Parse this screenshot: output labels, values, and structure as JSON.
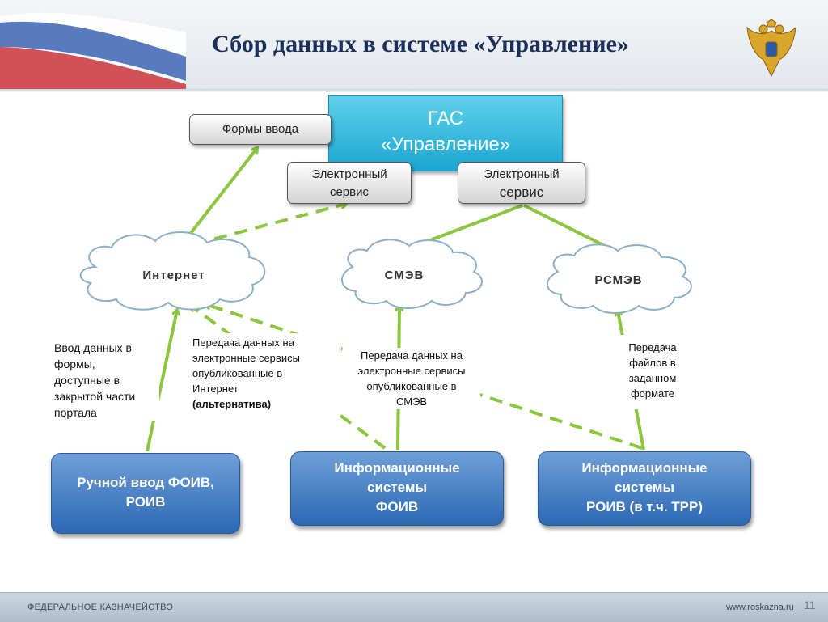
{
  "title": "Сбор данных в системе «Управление»",
  "gas": {
    "line1": "ГАС",
    "line2": "«Управление»"
  },
  "forms_input": "Формы ввода",
  "e_service_1": {
    "line1": "Электронный",
    "line2": "сервис"
  },
  "e_service_2": {
    "line1": "Электронный",
    "line2": "сервис"
  },
  "clouds": {
    "internet": "Интернет",
    "smev": "СМЭВ",
    "rsmev": "РСМЭВ"
  },
  "notes": {
    "left": [
      "Ввод данных в",
      "формы,",
      "доступные в",
      "закрытой части",
      "портала"
    ],
    "internet": [
      "Передача данных на",
      "электронные сервисы",
      "опубликованные в",
      "Интернет"
    ],
    "internet_bold": "(альтернатива)",
    "smev": [
      "Передача данных на",
      "электронные сервисы",
      "опубликованные в",
      "СМЭВ"
    ],
    "rsmev": [
      "Передача",
      "файлов в",
      "заданном",
      "формате"
    ]
  },
  "boxes": {
    "manual": [
      "Ручной ввод ФОИВ,",
      "РОИВ"
    ],
    "foiv": [
      "Информационные",
      "системы",
      "ФОИВ"
    ],
    "roiv": [
      "Информационные",
      "системы",
      "РОИВ (в т.ч. ТРР)"
    ]
  },
  "footer": {
    "left": "ФЕДЕРАЛЬНОЕ КАЗНАЧЕЙСТВО",
    "right": "www.roskazna.ru",
    "page": "11"
  },
  "colors": {
    "arrow": "#8cc63f",
    "gas": "#29b3da",
    "box": "#3a77c2",
    "title": "#1a2f5a"
  }
}
